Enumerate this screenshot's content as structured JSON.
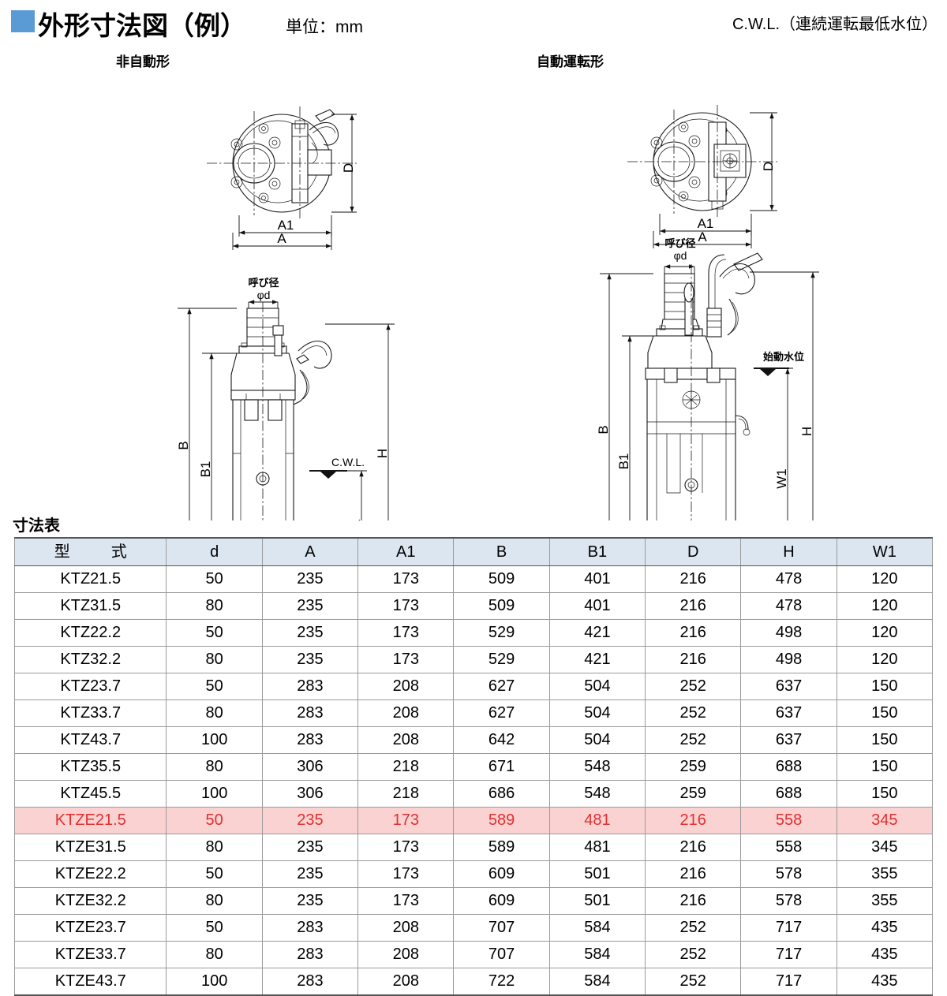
{
  "header": {
    "title": "外形寸法図（例）",
    "unit": "単位：mm",
    "cwl_note": "C.W.L.（連続運転最低水位）",
    "left_caption": "非自動形",
    "right_caption": "自動運転形"
  },
  "drawing": {
    "labels": {
      "A": "A",
      "A1": "A1",
      "B": "B",
      "B1": "B1",
      "D": "D",
      "H": "H",
      "W1": "W1",
      "bore": "呼び径",
      "bore_dia": "φd",
      "cwl": "C.W.L.",
      "start_level": "始動水位"
    }
  },
  "table": {
    "caption": "寸法表",
    "columns": [
      "型　　式",
      "d",
      "A",
      "A1",
      "B",
      "B1",
      "D",
      "H",
      "W1"
    ],
    "highlight_row_index": 9,
    "rows": [
      [
        "KTZ21.5",
        "50",
        "235",
        "173",
        "509",
        "401",
        "216",
        "478",
        "120"
      ],
      [
        "KTZ31.5",
        "80",
        "235",
        "173",
        "509",
        "401",
        "216",
        "478",
        "120"
      ],
      [
        "KTZ22.2",
        "50",
        "235",
        "173",
        "529",
        "421",
        "216",
        "498",
        "120"
      ],
      [
        "KTZ32.2",
        "80",
        "235",
        "173",
        "529",
        "421",
        "216",
        "498",
        "120"
      ],
      [
        "KTZ23.7",
        "50",
        "283",
        "208",
        "627",
        "504",
        "252",
        "637",
        "150"
      ],
      [
        "KTZ33.7",
        "80",
        "283",
        "208",
        "627",
        "504",
        "252",
        "637",
        "150"
      ],
      [
        "KTZ43.7",
        "100",
        "283",
        "208",
        "642",
        "504",
        "252",
        "637",
        "150"
      ],
      [
        "KTZ35.5",
        "80",
        "306",
        "218",
        "671",
        "548",
        "259",
        "688",
        "150"
      ],
      [
        "KTZ45.5",
        "100",
        "306",
        "218",
        "686",
        "548",
        "259",
        "688",
        "150"
      ],
      [
        "KTZE21.5",
        "50",
        "235",
        "173",
        "589",
        "481",
        "216",
        "558",
        "345"
      ],
      [
        "KTZE31.5",
        "80",
        "235",
        "173",
        "589",
        "481",
        "216",
        "558",
        "345"
      ],
      [
        "KTZE22.2",
        "50",
        "235",
        "173",
        "609",
        "501",
        "216",
        "578",
        "355"
      ],
      [
        "KTZE32.2",
        "80",
        "235",
        "173",
        "609",
        "501",
        "216",
        "578",
        "355"
      ],
      [
        "KTZE23.7",
        "50",
        "283",
        "208",
        "707",
        "584",
        "252",
        "717",
        "435"
      ],
      [
        "KTZE33.7",
        "80",
        "283",
        "208",
        "707",
        "584",
        "252",
        "717",
        "435"
      ],
      [
        "KTZE43.7",
        "100",
        "283",
        "208",
        "722",
        "584",
        "252",
        "717",
        "435"
      ]
    ]
  },
  "colors": {
    "accent_square": "#5b9bd5",
    "header_row": "#dce6f1",
    "highlight_bg": "#fbd2d2",
    "highlight_text": "#e03030"
  }
}
